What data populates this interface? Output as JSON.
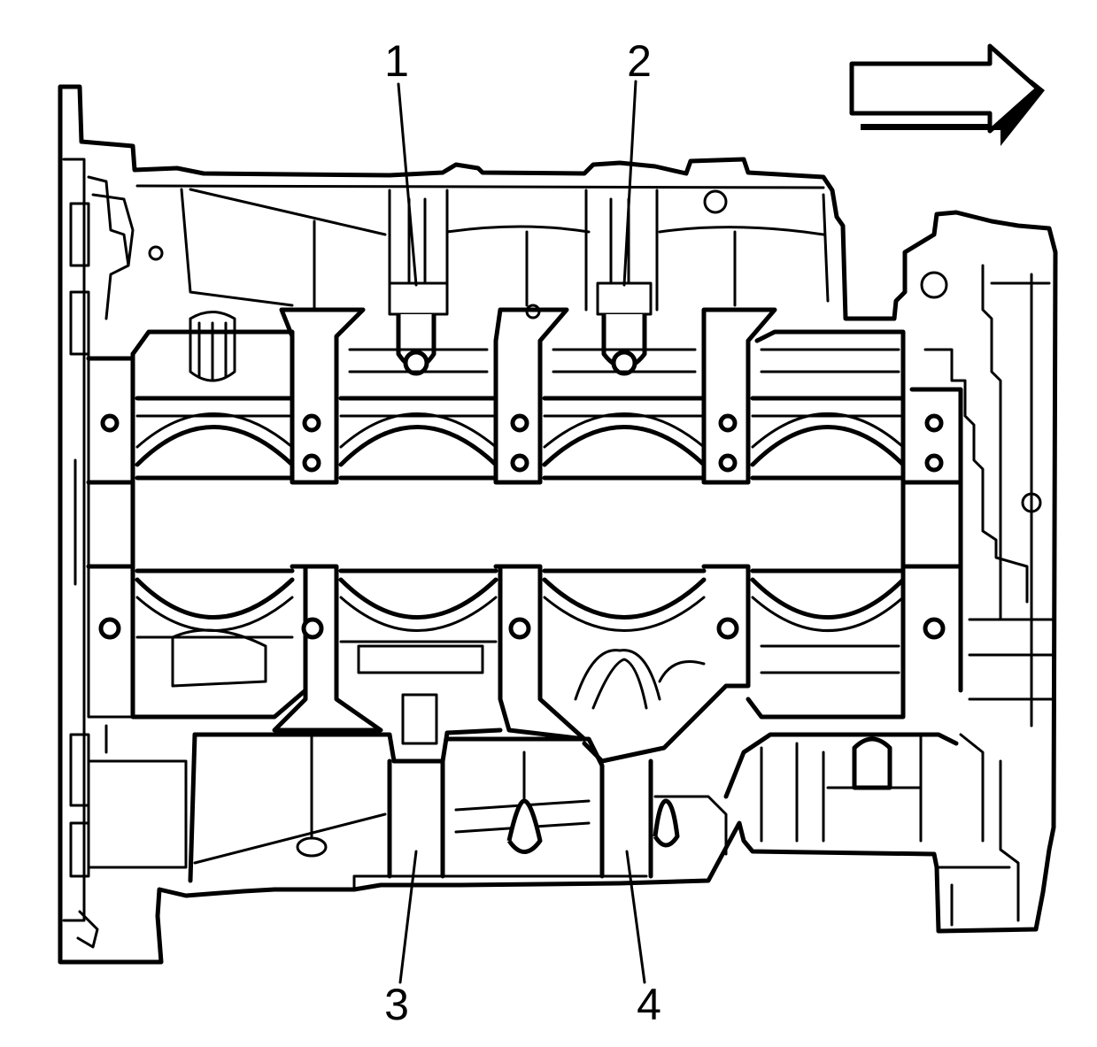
{
  "callouts": [
    {
      "id": "1",
      "label": "1"
    },
    {
      "id": "2",
      "label": "2"
    },
    {
      "id": "3",
      "label": "3"
    },
    {
      "id": "4",
      "label": "4"
    }
  ],
  "arrow": {
    "icon": "direction-arrow-right-icon"
  },
  "colors": {
    "line": "#000000",
    "background": "#ffffff"
  }
}
